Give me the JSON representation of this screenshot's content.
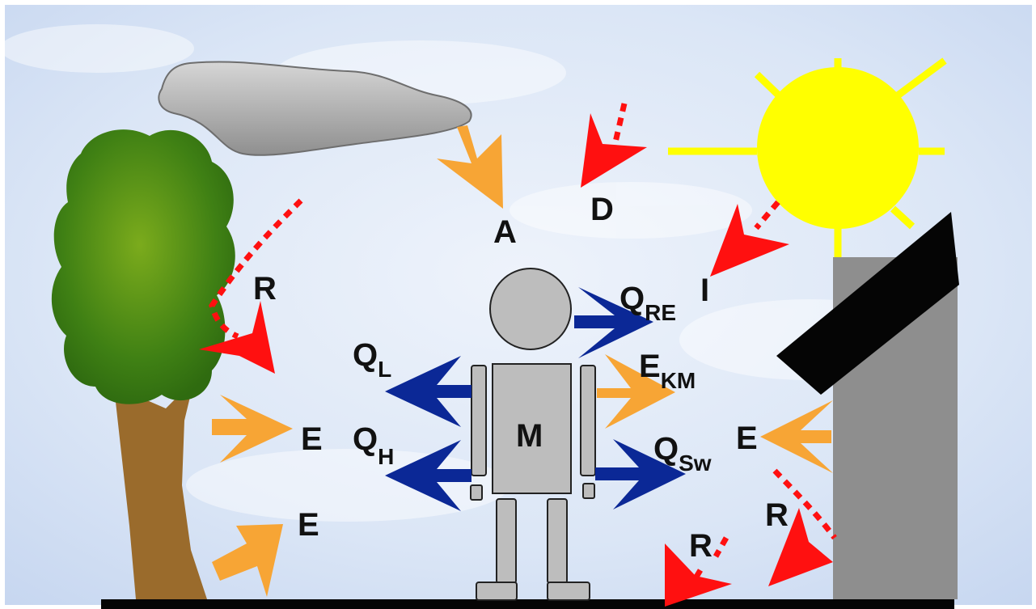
{
  "labels": {
    "A": "A",
    "D": "D",
    "I": "I",
    "M": "M",
    "R_tree": "R",
    "R_wall": "R",
    "R_ground": "R",
    "E_tree": "E",
    "E_ground": "E",
    "E_wall": "E",
    "Q_L": {
      "main": "Q",
      "sub": "L"
    },
    "Q_H": {
      "main": "Q",
      "sub": "H"
    },
    "Q_RE": {
      "main": "Q",
      "sub": "RE"
    },
    "E_KM": {
      "main": "E",
      "sub": "KM"
    },
    "Q_Sw": {
      "main": "Q",
      "sub": "Sw"
    }
  },
  "colors": {
    "orange_arrow": "#f7a535",
    "red_arrow": "#ff1010",
    "blue_arrow": "#0b2896",
    "sun": "#ffff00",
    "person": "#bdbdbd",
    "wall": "#8e8e8e",
    "roof": "#050505",
    "tree_foliage": "#4d8a14",
    "tree_trunk": "#9a6b2c",
    "cloud": "#a8a8a8",
    "sky": "#dfe9f7"
  }
}
